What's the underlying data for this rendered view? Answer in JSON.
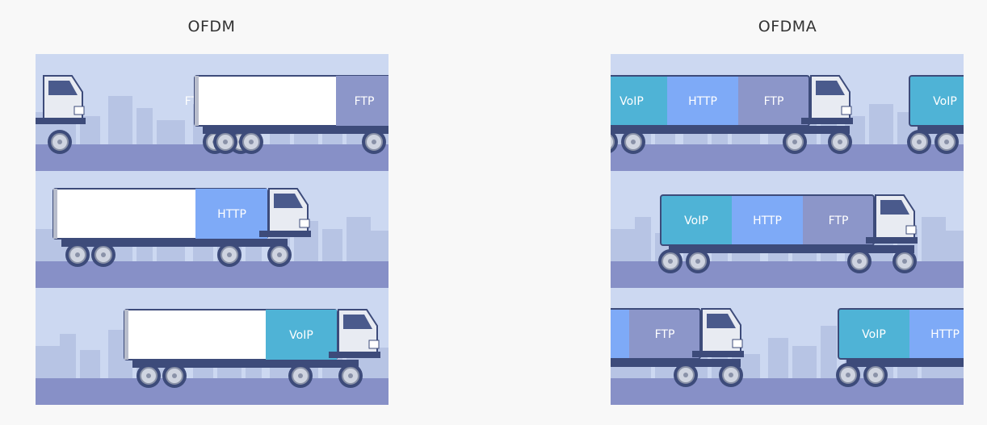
{
  "ofdm": {
    "title": "OFDM",
    "lanes": [
      {
        "trucks": [
          {
            "segments": []
          },
          {
            "segments": [
              {
                "label": "",
                "kind": "empty"
              },
              {
                "label": "FTP",
                "kind": "ftp"
              }
            ]
          }
        ]
      },
      {
        "trucks": [
          {
            "segments": [
              {
                "label": "",
                "kind": "empty"
              },
              {
                "label": "HTTP",
                "kind": "http"
              }
            ]
          }
        ]
      },
      {
        "trucks": [
          {
            "segments": [
              {
                "label": "",
                "kind": "empty"
              },
              {
                "label": "VoIP",
                "kind": "voip"
              }
            ]
          }
        ]
      }
    ]
  },
  "ofdma": {
    "title": "OFDMA",
    "lanes": [
      {
        "trucks": [
          {
            "segments": [
              {
                "label": "VoIP",
                "kind": "voip"
              },
              {
                "label": "HTTP",
                "kind": "http"
              },
              {
                "label": "FTP",
                "kind": "ftp"
              }
            ]
          },
          {
            "segments": [
              {
                "label": "VoIP",
                "kind": "voip"
              }
            ]
          }
        ]
      },
      {
        "trucks": [
          {
            "segments": [
              {
                "label": "VoIP",
                "kind": "voip"
              },
              {
                "label": "HTTP",
                "kind": "http"
              },
              {
                "label": "FTP",
                "kind": "ftp"
              }
            ]
          }
        ]
      },
      {
        "trucks": [
          {
            "segments": [
              {
                "label": "",
                "kind": "http"
              },
              {
                "label": "FTP",
                "kind": "ftp"
              }
            ]
          },
          {
            "segments": [
              {
                "label": "VoIP",
                "kind": "voip"
              },
              {
                "label": "HTTP",
                "kind": "http"
              }
            ]
          }
        ]
      }
    ]
  },
  "colors": {
    "voip": "#4fb3d6",
    "http": "#7eaaf7",
    "ftp": "#8c96c9",
    "empty": "#ffffff",
    "sky": "#ccd8f1",
    "city": "#b7c4e4",
    "road": "#8790c7",
    "outline": "#3d4b7a"
  }
}
